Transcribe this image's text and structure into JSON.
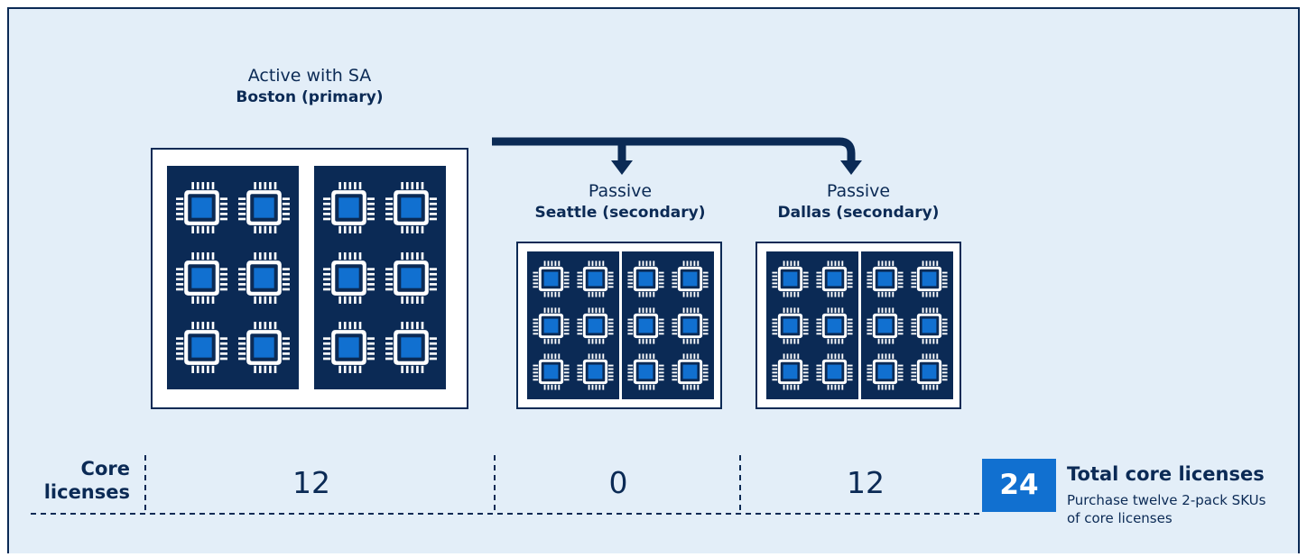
{
  "colors": {
    "navy": "#0b2a55",
    "accent": "#1170d0",
    "background": "#e3eef8",
    "server_fill": "#ffffff"
  },
  "sites": [
    {
      "role": "Active with SA",
      "location": "Boston (primary)",
      "core_licenses": "12",
      "cores_per_socket": 6,
      "sockets": 2
    },
    {
      "role": "Passive",
      "location": "Seattle (secondary)",
      "core_licenses": "0",
      "cores_per_socket": 6,
      "sockets": 2
    },
    {
      "role": "Passive",
      "location": "Dallas (secondary)",
      "core_licenses": "12",
      "cores_per_socket": 6,
      "sockets": 2
    }
  ],
  "row_label": {
    "line1": "Core",
    "line2": "licenses"
  },
  "total": {
    "value": "24",
    "title": "Total core licenses",
    "subtitle": "Purchase twelve 2-pack SKUs of core licenses"
  },
  "icons": {
    "core": "cpu-chip-icon",
    "replication": "replication-arrow-icon"
  }
}
